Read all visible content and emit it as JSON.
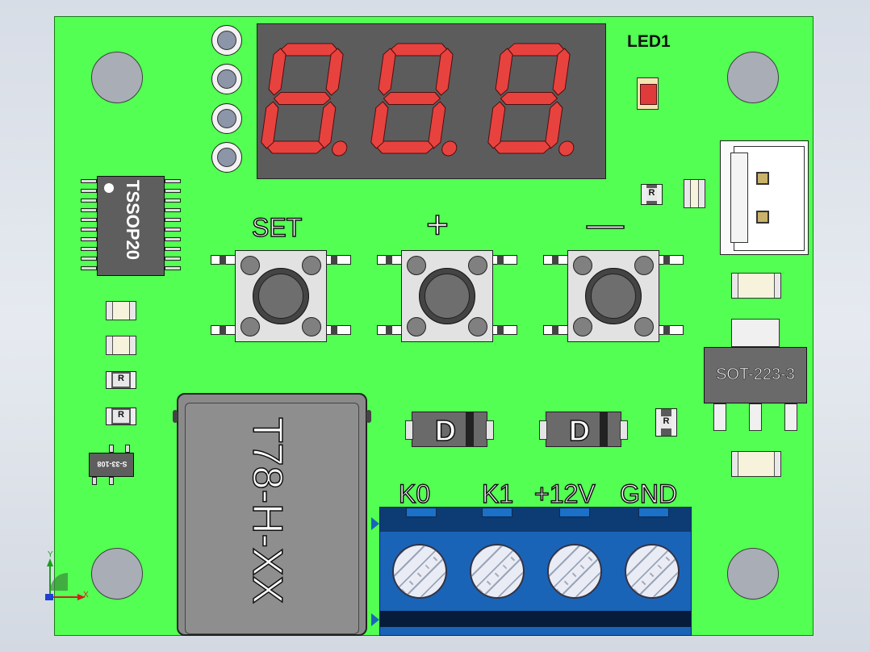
{
  "board": {
    "color": "#52ff52",
    "display_label": "LED1",
    "ic_label": "TSSOP20",
    "sot_label": "SOT-223-3",
    "small_chip_label": "S-33-108",
    "relay_label": "T78-H-XX",
    "buttons": [
      {
        "label": "SET"
      },
      {
        "label": "+"
      },
      {
        "label": "—"
      }
    ],
    "diodes": [
      "D",
      "D"
    ],
    "resistors": [
      "R",
      "R",
      "R",
      "R"
    ],
    "terminals": [
      "K0",
      "K1",
      "+12V",
      "GND"
    ],
    "axis": {
      "x": "X",
      "y": "Y"
    }
  },
  "display": {
    "digits": [
      "8.",
      "8.",
      "8."
    ],
    "segment_color": "#e8423f",
    "off_color": "#5c5c5c"
  }
}
